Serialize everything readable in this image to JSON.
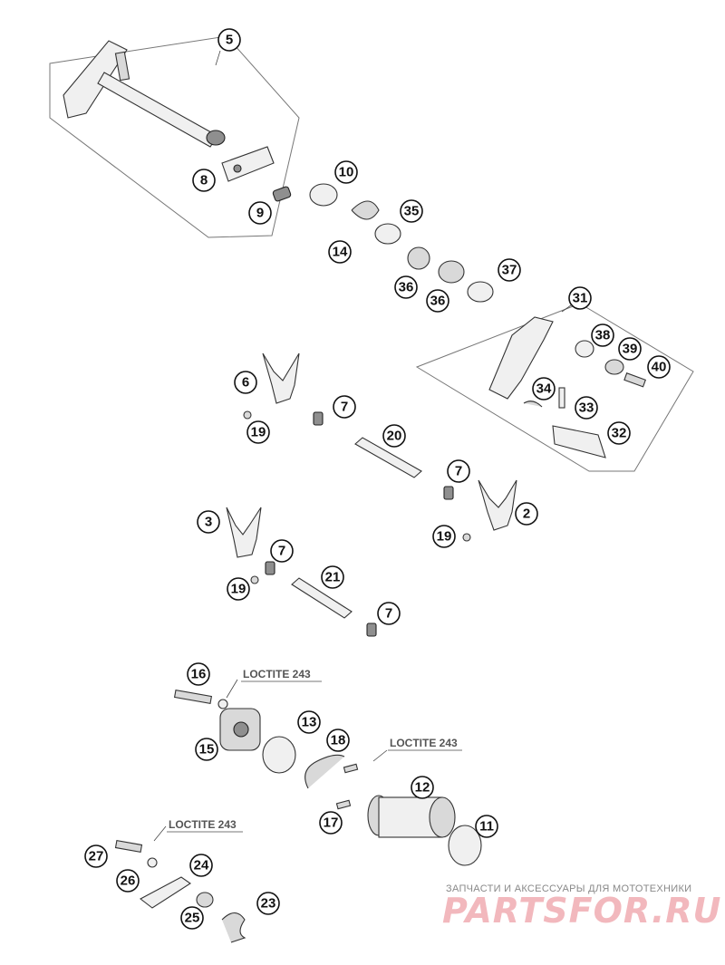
{
  "callouts": [
    "5",
    "8",
    "9",
    "10",
    "14",
    "35",
    "36",
    "36",
    "37",
    "31",
    "38",
    "39",
    "40",
    "34",
    "33",
    "32",
    "6",
    "7",
    "19",
    "20",
    "7",
    "2",
    "19",
    "3",
    "7",
    "19",
    "21",
    "7",
    "16",
    "15",
    "13",
    "18",
    "17",
    "12",
    "11",
    "27",
    "26",
    "24",
    "25",
    "23"
  ],
  "loctite_labels": [
    "LOCTITE 243",
    "LOCTITE 243",
    "LOCTITE 243"
  ],
  "watermark": {
    "tagline": "ЗАПЧАСТИ И АКСЕССУАРЫ ДЛЯ МОТОТЕХНИКИ",
    "brand": "PARTSFOR.RU"
  }
}
